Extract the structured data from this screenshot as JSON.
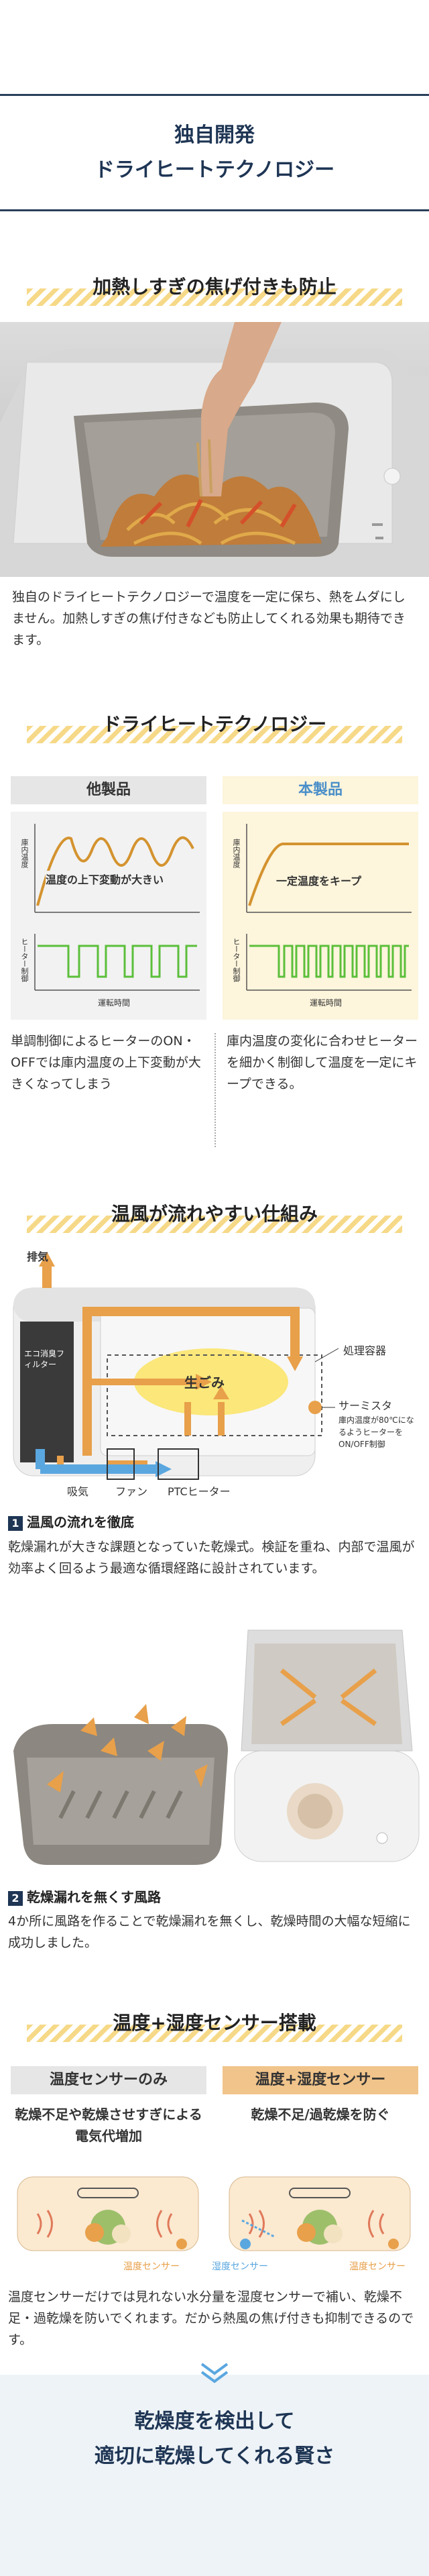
{
  "header": {
    "line1": "独自開発",
    "line2": "ドライヒートテクノロジー"
  },
  "sec1": {
    "title": "加熱しすぎの焦げ付きも防止",
    "body": "独自のドライヒートテクノロジーで温度を一定に保ち、熱をムダにしません。加熱しすぎの焦げ付きなども防止してくれる効果も期待できます。"
  },
  "sec2": {
    "title": "ドライヒートテクノロジー",
    "left": {
      "head": "他製品",
      "y_label": "庫内温度",
      "caption": "温度の上下変動が大きい",
      "heater_label": "ヒーター制御",
      "x_label": "運転時間",
      "body": "単調制御によるヒーターのON・OFFでは庫内温度の上下変動が大きくなってしまう"
    },
    "right": {
      "head": "本製品",
      "y_label": "庫内温度",
      "caption": "一定温度をキープ",
      "heater_label": "ヒーター制御",
      "x_label": "運転時間",
      "body": "庫内温度の変化に合わせヒーターを細かく制御して温度を一定にキープできる。"
    }
  },
  "sec3": {
    "title": "温風が流れやすい仕組み",
    "exhaust": "排気",
    "filter": "エコ消臭フィルター",
    "garbage": "生ごみ",
    "container": "処理容器",
    "thermistor": "サーミスタ",
    "thermistor_note": "庫内温度が80℃になるようヒーターをON/OFF制御",
    "intake": "吸気",
    "fan": "ファン",
    "heater": "PTCヒーター",
    "point1_num": "1",
    "point1_title": "温風の流れを徹底",
    "point1_body": "乾燥漏れが大きな課題となっていた乾燥式。検証を重ね、内部で温風が効率よく回るよう最適な循環経路に設計されています。",
    "point2_num": "2",
    "point2_title": "乾燥漏れを無くす風路",
    "point2_body": "4か所に風路を作ることで乾燥漏れを無くし、乾燥時間の大幅な短縮に成功しました。"
  },
  "sec4": {
    "title": "温度+湿度センサー搭載",
    "left_head": "温度センサーのみ",
    "left_text": "乾燥不足や乾燥させすぎによる電気代増加",
    "right_head": "温度+湿度センサー",
    "right_text": "乾燥不足/過乾燥を防ぐ",
    "temp_sensor": "温度センサー",
    "humidity_sensor": "湿度センサー",
    "body": "温度センサーだけでは見れない水分量を湿度センサーで補い、乾燥不足・過乾燥を防いでくれます。だから熱風の焦げ付きも抑制できるのです。"
  },
  "footer": {
    "line1": "乾燥度を検出して",
    "line2": "適切に乾燥してくれる賢さ"
  },
  "colors": {
    "navy": "#1e3554",
    "orange": "#e8a04a",
    "blue": "#5aa7e0",
    "green": "#5bbf3a",
    "yellow_stripe": "#f5d57b"
  }
}
